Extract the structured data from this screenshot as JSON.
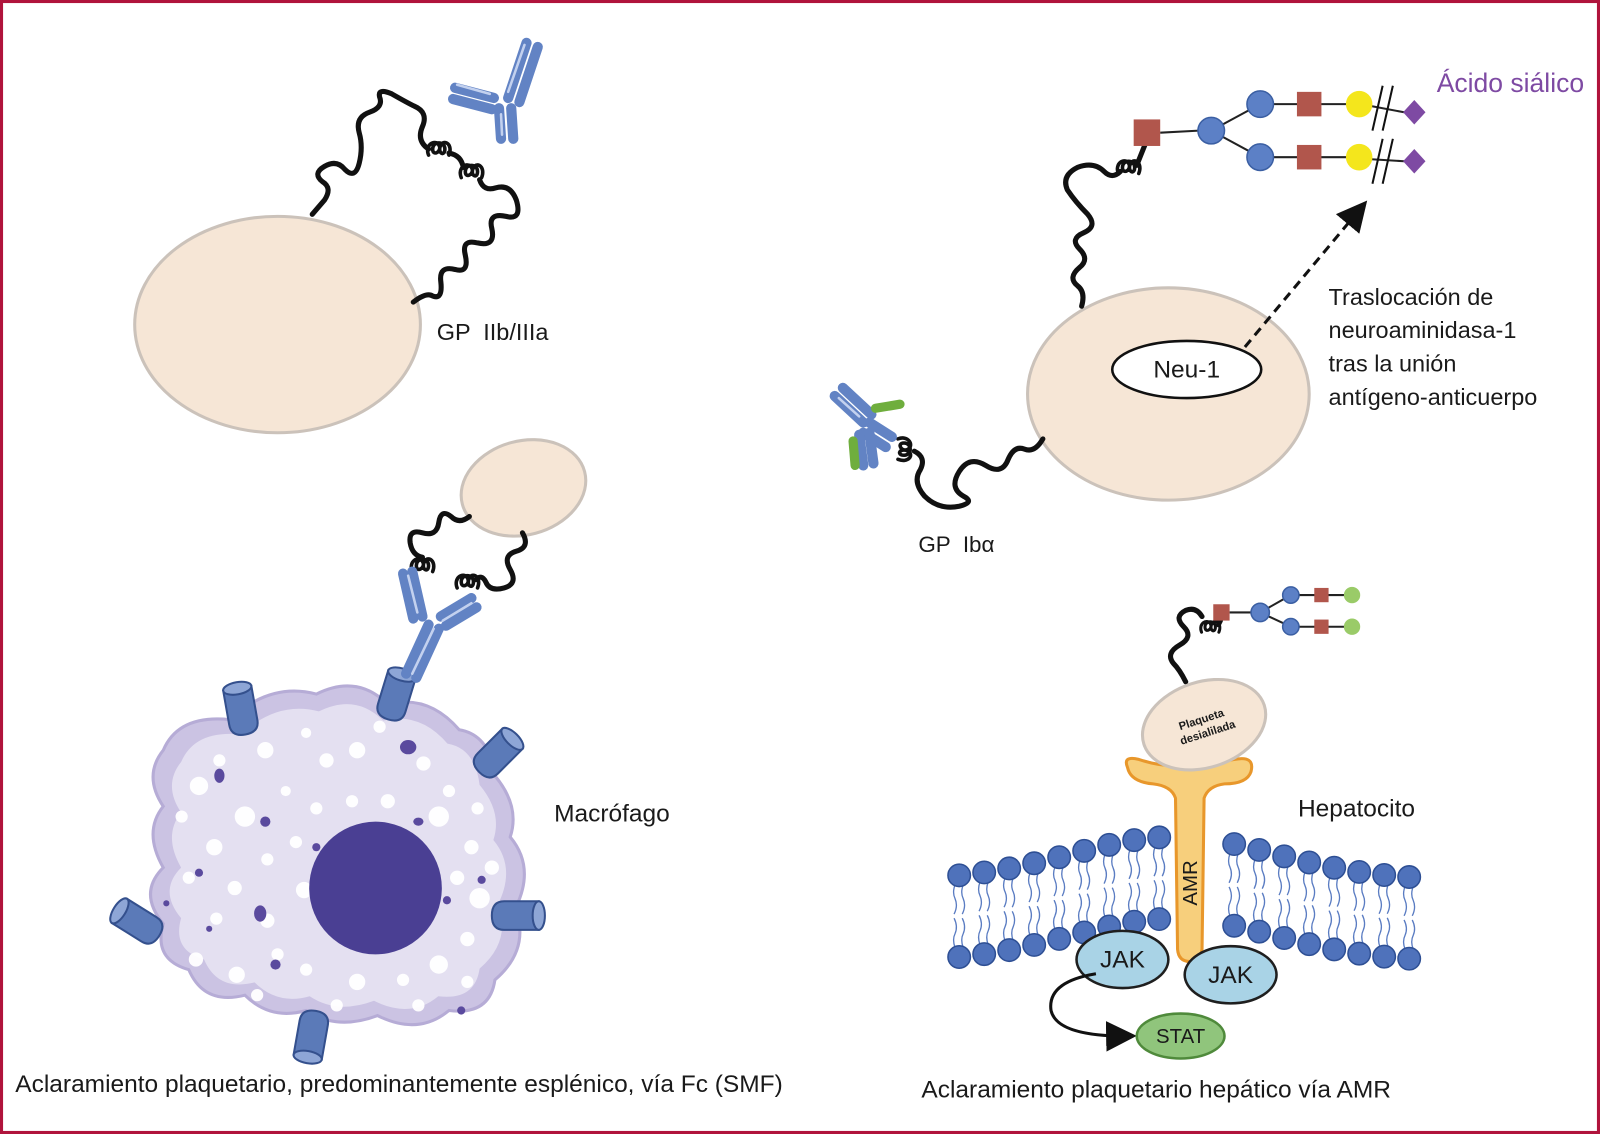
{
  "labels": {
    "sialic_acid": "Ácido siálico",
    "gp_iib_iiia": "GP  IIb/IIIa",
    "neu1": "Neu-1",
    "translocation": [
      "Traslocación de",
      "neuroaminidasa-1",
      "tras la unión",
      "antígeno-anticuerpo"
    ],
    "gp_ib_alpha": "GP  Ibα",
    "macrophage": "Macrófago",
    "desialylated_platelet": [
      "Plaqueta",
      "desialilada"
    ],
    "hepatocyte": "Hepatocito",
    "amr": "AMR",
    "jak_left": "JAK",
    "jak_right": "JAK",
    "stat": "STAT"
  },
  "captions": {
    "left": "Aclaramiento plaquetario, predominantemente esplénico, vía Fc (SMF)",
    "right": "Aclaramiento plaquetario hepático vía AMR"
  },
  "colors": {
    "border": "#b0143c",
    "platelet": "#f6e6d6",
    "antibody": "#6283c4",
    "light_chain": "#6fae3d",
    "glycan_square": "#b1564c",
    "glycan_circle": "#5c80c6",
    "galactose": "#f4e61c",
    "sialic_acid": "#7e4aa3",
    "desialylated_end": "#9acb68",
    "macrophage": "#cbc3e3",
    "nucleus": "#4a3f93",
    "receptor": "#5b7ab8",
    "phospholipid": "#4f72bb",
    "amr": "#f7cf7c",
    "jak": "#a9d3e6",
    "stat": "#90c57c"
  },
  "icons": {
    "antibody": "antibody-icon",
    "fc_receptor": "fc-receptor-icon",
    "glycan_chain": "glycan-icon"
  }
}
